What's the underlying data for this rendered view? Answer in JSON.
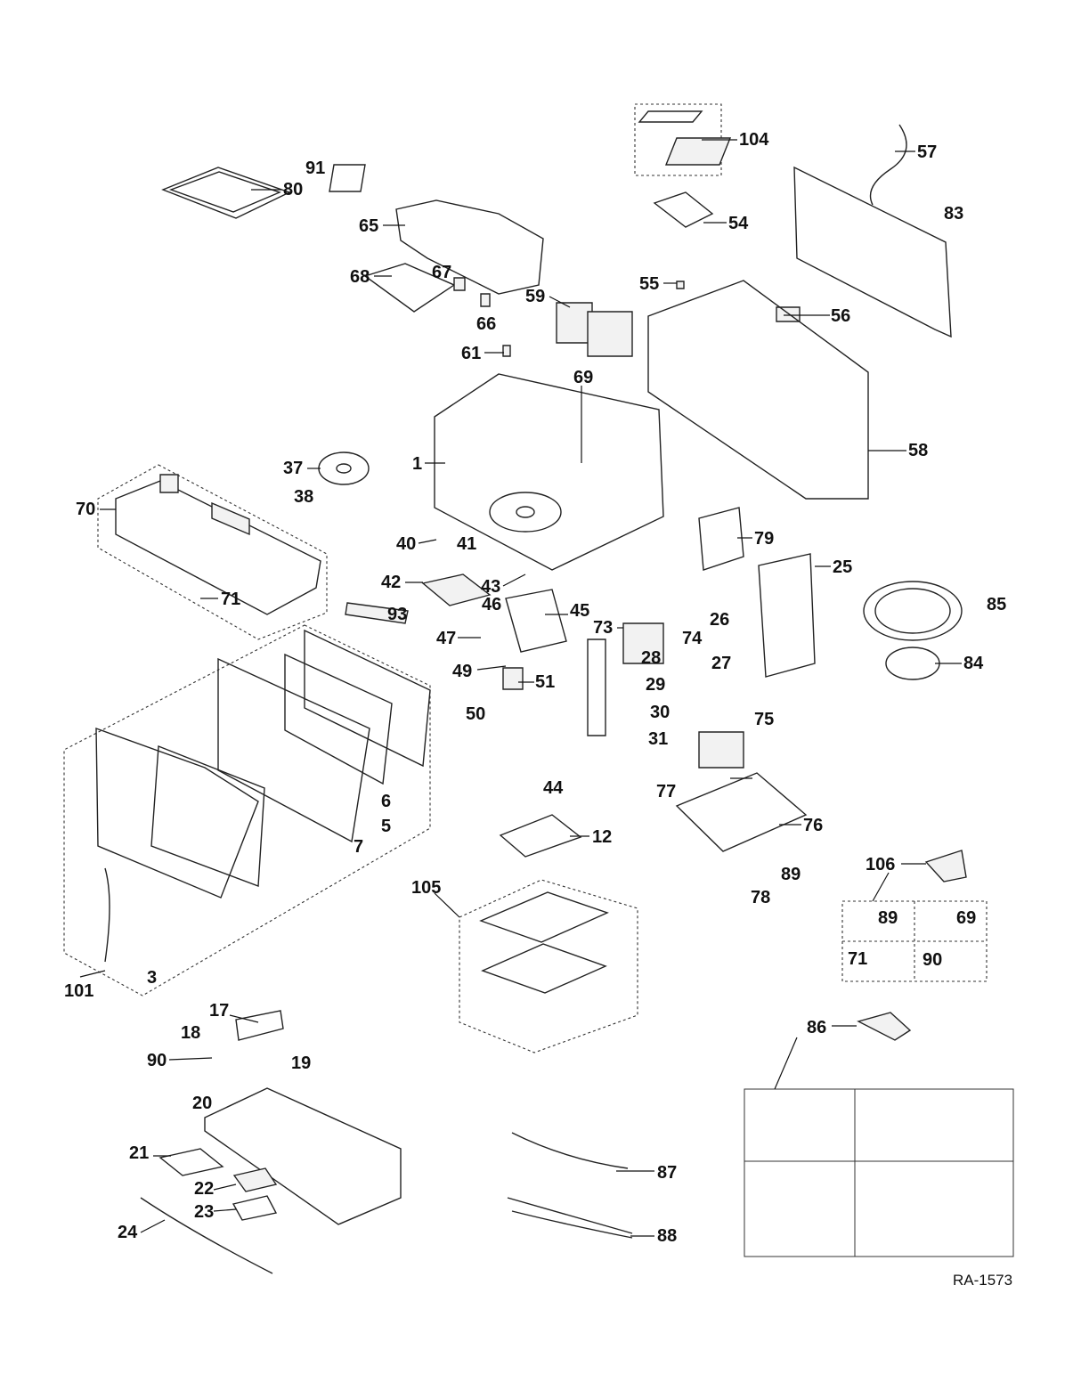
{
  "diagram_code": "RA-1573",
  "part_labels": [
    "104",
    "57",
    "91",
    "80",
    "83",
    "65",
    "54",
    "68",
    "67",
    "55",
    "56",
    "59",
    "66",
    "61",
    "69",
    "1",
    "37",
    "58",
    "38",
    "70",
    "40",
    "41",
    "79",
    "25",
    "42",
    "43",
    "46",
    "45",
    "85",
    "71",
    "93",
    "26",
    "73",
    "74",
    "47",
    "28",
    "27",
    "84",
    "49",
    "51",
    "29",
    "50",
    "30",
    "75",
    "31",
    "44",
    "77",
    "6",
    "76",
    "5",
    "12",
    "7",
    "89",
    "106",
    "105",
    "78",
    "89",
    "69",
    "71",
    "90",
    "3",
    "101",
    "17",
    "86",
    "18",
    "90",
    "19",
    "20",
    "21",
    "87",
    "22",
    "23",
    "24",
    "88"
  ]
}
